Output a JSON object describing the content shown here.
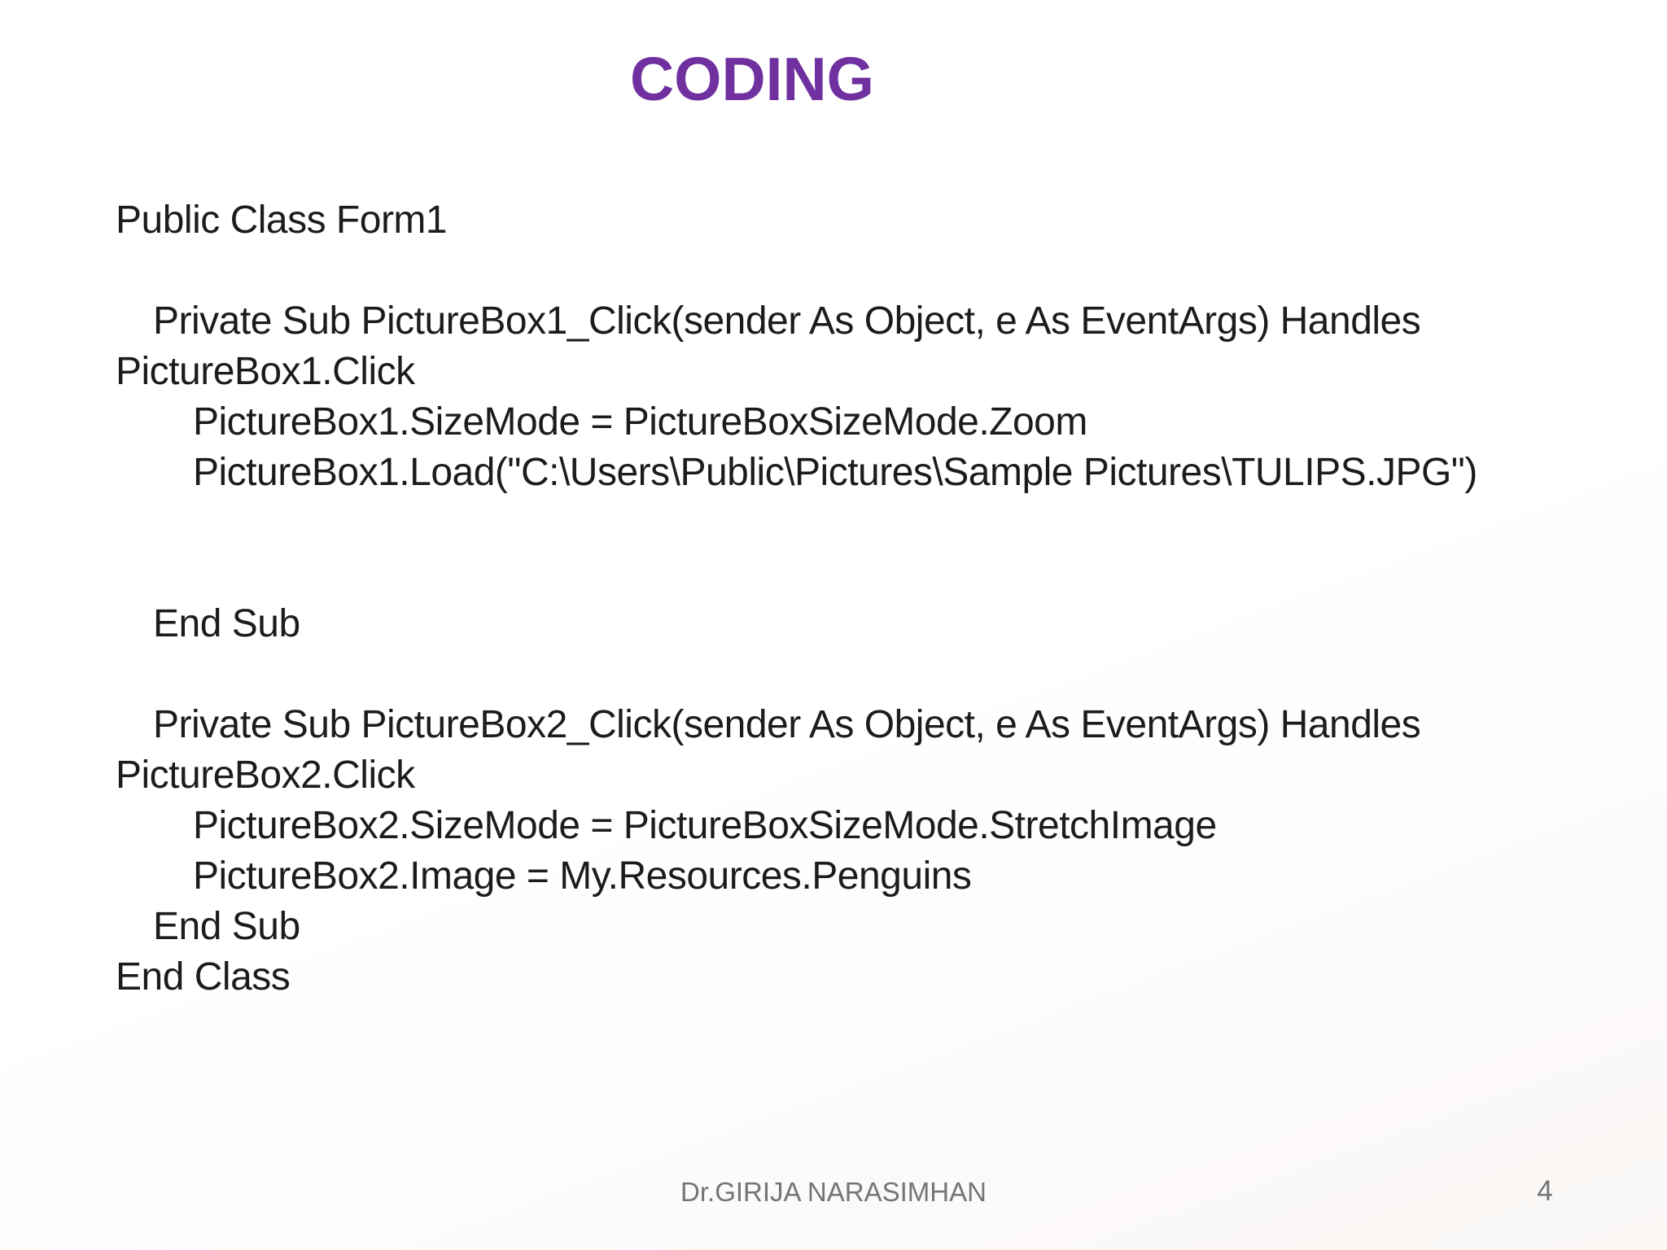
{
  "slide": {
    "title": "CODING",
    "colors": {
      "title": "#7030A0",
      "body_text": "#1c1c1c",
      "footer_text": "#757575",
      "background": "#ffffff"
    },
    "code_lines": [
      {
        "indent": 0,
        "text": "Public Class Form1"
      },
      {
        "indent": 0,
        "text": ""
      },
      {
        "indent": 1,
        "text": "Private Sub PictureBox1_Click(sender As Object, e As EventArgs) Handles"
      },
      {
        "indent": 0,
        "text": "PictureBox1.Click"
      },
      {
        "indent": 2,
        "text": "PictureBox1.SizeMode = PictureBoxSizeMode.Zoom"
      },
      {
        "indent": 2,
        "text": "PictureBox1.Load(\"C:\\Users\\Public\\Pictures\\Sample Pictures\\TULIPS.JPG\")"
      },
      {
        "indent": 0,
        "text": ""
      },
      {
        "indent": 0,
        "text": ""
      },
      {
        "indent": 1,
        "text": "End Sub"
      },
      {
        "indent": 0,
        "text": ""
      },
      {
        "indent": 1,
        "text": "Private Sub PictureBox2_Click(sender As Object, e As EventArgs) Handles"
      },
      {
        "indent": 0,
        "text": "PictureBox2.Click"
      },
      {
        "indent": 2,
        "text": "PictureBox2.SizeMode = PictureBoxSizeMode.StretchImage"
      },
      {
        "indent": 2,
        "text": "PictureBox2.Image = My.Resources.Penguins"
      },
      {
        "indent": 1,
        "text": "End Sub"
      },
      {
        "indent": 0,
        "text": "End Class"
      }
    ],
    "footer": {
      "author": "Dr.GIRIJA NARASIMHAN",
      "page_number": "4"
    }
  }
}
